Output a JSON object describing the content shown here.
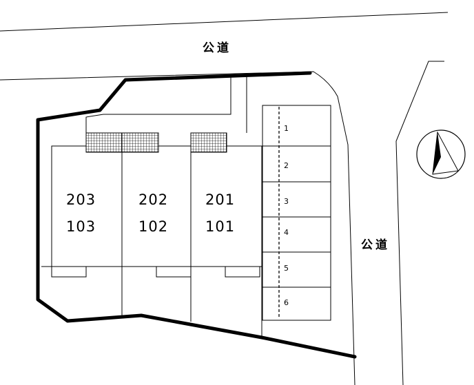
{
  "roads": {
    "top_label": "公道",
    "right_label": "公道"
  },
  "buildings": [
    {
      "upper": "203",
      "lower": "103"
    },
    {
      "upper": "202",
      "lower": "102"
    },
    {
      "upper": "201",
      "lower": "101"
    }
  ],
  "parking": [
    "1",
    "2",
    "3",
    "4",
    "5",
    "6"
  ],
  "compass": {
    "icon": "north-arrow-icon"
  }
}
